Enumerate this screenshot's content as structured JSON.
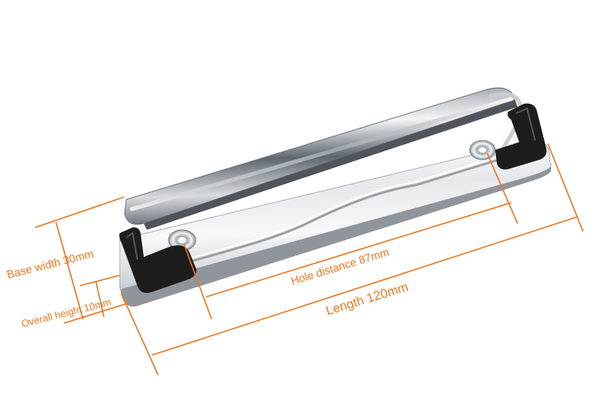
{
  "product": {
    "name": "clipboard-clip",
    "colors": {
      "chrome_light": "#f4f6f8",
      "chrome_mid": "#c9ced4",
      "chrome_dark": "#7d848c",
      "rubber": "#1d1d1d",
      "dimension": "#e87722"
    }
  },
  "dimensions": {
    "base_width": "Base width 30mm",
    "overall_height": "Overall height 10mm",
    "hole_distance": "Hole distance 87mm",
    "length": "Length 120mm"
  }
}
